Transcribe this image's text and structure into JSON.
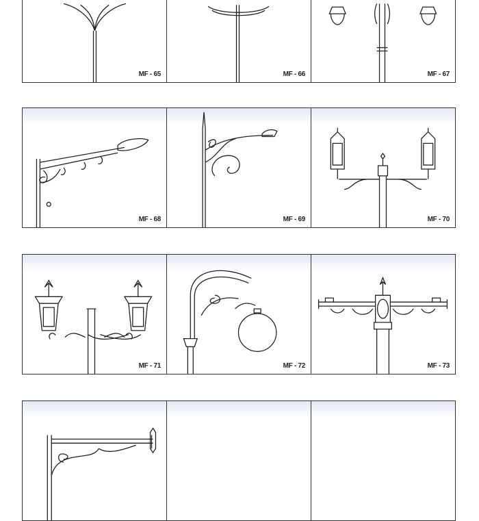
{
  "catalog": {
    "rows": [
      {
        "cells": [
          {
            "label": "MF - 65",
            "kind": "y-arm"
          },
          {
            "label": "MF - 66",
            "kind": "ring"
          },
          {
            "label": "MF - 67",
            "kind": "twin-bell"
          }
        ]
      },
      {
        "cells": [
          {
            "label": "MF - 68",
            "kind": "wall-bracket"
          },
          {
            "label": "MF - 69",
            "kind": "spire-bracket"
          },
          {
            "label": "MF - 70",
            "kind": "twin-lantern"
          }
        ]
      },
      {
        "cells": [
          {
            "label": "MF - 71",
            "kind": "twin-lantern-ornate"
          },
          {
            "label": "MF - 72",
            "kind": "globe"
          },
          {
            "label": "MF - 73",
            "kind": "cross-arm"
          }
        ]
      },
      {
        "cells": [
          {
            "label": "",
            "kind": "sign-bracket"
          },
          {
            "label": "",
            "kind": "empty"
          },
          {
            "label": "",
            "kind": "empty"
          }
        ]
      }
    ]
  }
}
